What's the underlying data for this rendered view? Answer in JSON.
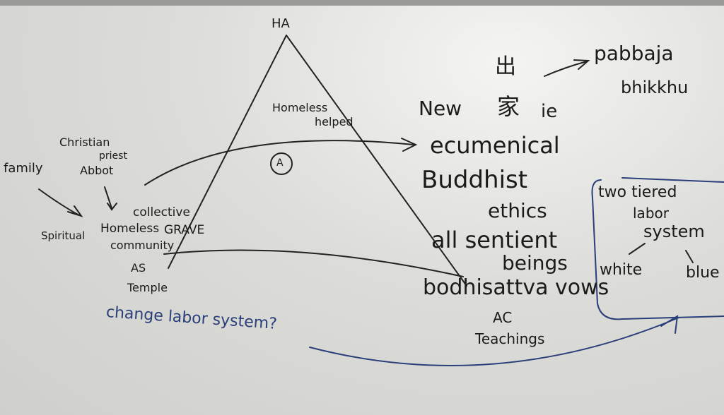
{
  "triangle": {
    "apex": "HA",
    "inside_top": [
      "Homeless",
      "helped"
    ],
    "inside_mid": "A"
  },
  "left": {
    "christian": "Christian",
    "priest": "priest",
    "abbot": "Abbot",
    "family": "family",
    "collective": "collective",
    "homeless": "Homeless",
    "grave": "GRAVE",
    "spiritual": "Spiritual",
    "community": "community",
    "as": "AS",
    "temple": "Temple",
    "change": "change labor system?"
  },
  "right": {
    "chu": "出",
    "jia": "家",
    "pabbaja": "pabbaja",
    "bhikkhu": "bhikkhu",
    "new": "New",
    "ie": "ie",
    "ecumenical": "ecumenical",
    "buddhist": "Buddhist",
    "ethics": "ethics",
    "all_sentient": "all sentient",
    "beings": "beings",
    "vows": "bodhisattva vows",
    "ac": "AC",
    "teachings": "Teachings"
  },
  "box": {
    "line1": "two tiered",
    "line2": "labor",
    "line3": "system",
    "white": "white",
    "blue": "blue"
  },
  "colors": {
    "ink": "#1b1b1b",
    "blue_ink": "#2a3f7a",
    "board": "#dcdcd8"
  }
}
